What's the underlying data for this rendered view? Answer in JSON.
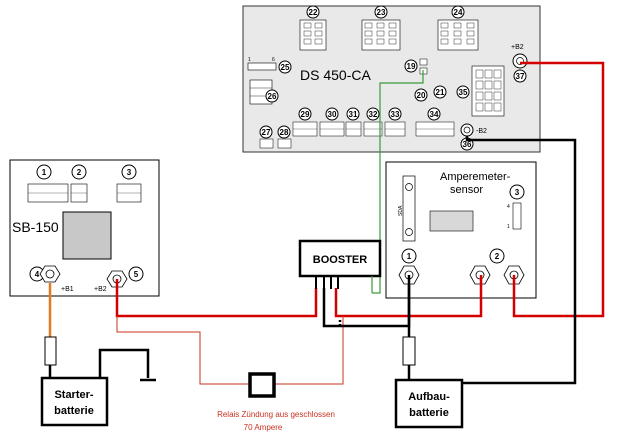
{
  "ds450": {
    "title": "DS 450-CA",
    "b2_label": "+B2",
    "b2_neg_label": "-B2",
    "connectors": [
      "22",
      "23",
      "24",
      "25",
      "26",
      "27",
      "28",
      "29",
      "30",
      "31",
      "32",
      "33",
      "34",
      "35",
      "36",
      "37",
      "19",
      "20",
      "21"
    ],
    "pin_small_top": "6",
    "pin_small_bottom": "1"
  },
  "sb150": {
    "title": "SB-150",
    "connectors": [
      "1",
      "2",
      "3",
      "4",
      "5"
    ],
    "b1_label": "+B1",
    "b2_label": "+B2"
  },
  "booster": {
    "label": "BOOSTER"
  },
  "sensor": {
    "title_line1": "Amperemeter-",
    "title_line2": "sensor",
    "connectors": [
      "1",
      "2",
      "3"
    ],
    "sda_label": "SDA",
    "pin_top": "4",
    "pin_bottom": "1"
  },
  "starter_battery": {
    "line1": "Starter-",
    "line2": "batterie"
  },
  "aux_battery": {
    "line1": "Aufbau-",
    "line2": "batterie"
  },
  "relay": {
    "line1": "Relais Zündung aus geschlossen",
    "line2": "70 Ampere"
  },
  "colors": {
    "red": "#d40000",
    "black": "#000000",
    "orange": "#e07b20",
    "green": "#3a9a3a",
    "dark_red": "#c83020"
  }
}
